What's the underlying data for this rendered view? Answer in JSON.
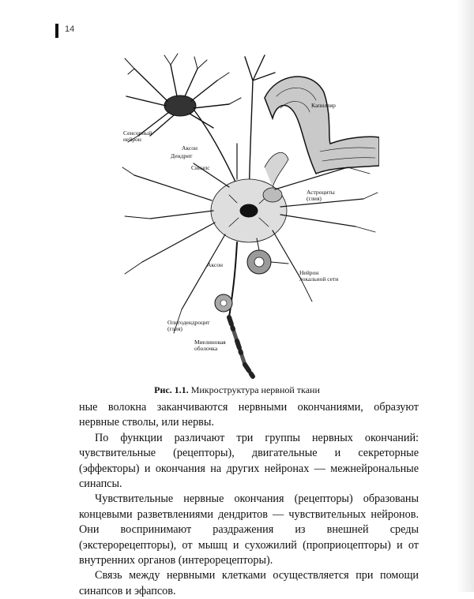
{
  "header": {
    "page_number": "14"
  },
  "figure": {
    "labels": {
      "sensory_neuron": "Сенсорный\nнейрон",
      "axon_top": "Аксон",
      "dendrite": "Дендрит",
      "synapse": "Синапс",
      "capillary": "Капилляр",
      "astrocytes": "Астроциты\n(глия)",
      "axon_bottom": "Аксон",
      "local_neuron": "Нейрон\nлокальной сети",
      "oligodendrocyte": "Олигодендроцит\n(глия)",
      "myelin_sheath": "Миелиновая\nоболочка"
    },
    "caption_number": "Рис. 1.1.",
    "caption_text": "Микроструктура нервной ткани"
  },
  "body": {
    "paragraphs": [
      "ные волокна заканчиваются нервными окончаниями, образуют нервные стволы, или нервы.",
      "По функции различают три группы нервных окончаний: чувствительные (рецепторы), двигательные и секреторные (эффекторы) и окончания на других нейронах — межнейрональные синапсы.",
      "Чувствительные нервные окончания (рецепторы) образованы концевыми разветвлениями дендритов — чувствительных нейронов. Они воспринимают раздражения из внешней среды (экстерорецепторы), от мышц и сухожилий (проприоцепторы) и от внутренних органов (интерорецепторы).",
      "Связь между нервными клетками осуществляется при помощи синапсов и эфапсов."
    ]
  }
}
